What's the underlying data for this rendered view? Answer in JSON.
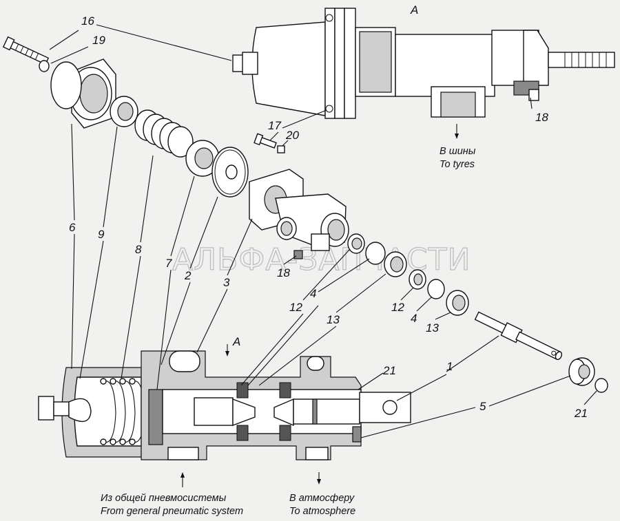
{
  "watermark": "АЛЬФА-ЗАПЧАСТИ",
  "view_label": "A",
  "section_arrow_label": "A",
  "callouts": {
    "c16": "16",
    "c19": "19",
    "c17": "17",
    "c20": "20",
    "c18a": "18",
    "c18b": "18",
    "c6": "6",
    "c9": "9",
    "c8": "8",
    "c7": "7",
    "c2": "2",
    "c3": "3",
    "c12a": "12",
    "c4a": "4",
    "c13a": "13",
    "c12b": "12",
    "c4b": "4",
    "c13b": "13",
    "c21a": "21",
    "c1": "1",
    "c5": "5",
    "c21b": "21"
  },
  "notes": {
    "tyres_ru": "В шины",
    "tyres_en": "To tyres",
    "supply_ru": "Из общей пневмосистемы",
    "supply_en": "From general pneumatic system",
    "exhaust_ru": "В атмосферу",
    "exhaust_en": "To atmosphere"
  }
}
